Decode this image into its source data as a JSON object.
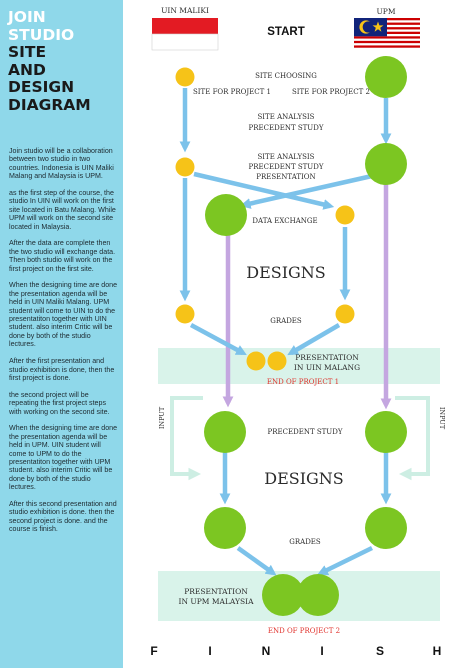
{
  "sidebar": {
    "title_lines": [
      "JOIN",
      "STUDIO",
      "SITE",
      "AND",
      "DESIGN",
      "DIAGRAM"
    ],
    "paragraphs": [
      "Join studio will be a collaboration between two studio in two countries. Indonesia is UIN Maliki Malang and Malaysia is UPM.",
      "as the first step of the course, the studio In UIN will work on the first site located in Batu Malang. While UPM will work on the second site located in Malaysia.",
      "After the data are complete then the two studio will exchange data. Then both studio will work on the first project on the first site.",
      "When the designing time are done the presentation agenda will be held in UIN Maliki Malang. UPM student will come to UIN to do the presentatiton together with UIN student. also interim Critic will be done by both of the studio lectures.",
      "After the first presentation and studio exhibition is done, then the first project is done.",
      "the second project will be repeating the first project steps with working on the second site.",
      "When the designing time are done the presentation agenda will be held in UPM. UIN student will come to UPM to do the presentatiton together with UPM student. also interim Critic will be done by both of the studio lectures.",
      "After this second presentation and studio exhibition is done. then the second project is done. and the course is finish."
    ]
  },
  "header": {
    "left_flag_label": "UIN MALIKI",
    "start": "START",
    "right_flag_label": "UPM"
  },
  "labels": {
    "site_choosing": "SITE CHOOSING",
    "site_for_project_1": "SITE FOR PROJECT 1",
    "site_for_project_2": "SITE FOR PROJECT 2",
    "site_analysis_1": [
      "SITE ANALYSIS",
      "PRECEDENT STUDY"
    ],
    "site_analysis_2": [
      "SITE ANALYSIS",
      "PRECEDENT STUDY",
      "PRESENTATION"
    ],
    "data_exchange": "DATA EXCHANGE",
    "designs_1": "DESIGNS",
    "grades_1": "GRADES",
    "presentation_uin": [
      "PRESENTATION",
      "IN UIN MALANG"
    ],
    "end_project_1": "END OF PROJECT 1",
    "input_left": "INPUT",
    "input_right": "INPUT",
    "precedent_study": "PRECEDENT STUDY",
    "designs_2": "DESIGNS",
    "grades_2": "GRADES",
    "presentation_upm": [
      "PRESENTATION",
      "IN UPM MALAYSIA"
    ],
    "end_project_2": "END OF PROJECT 2",
    "finish_letters": [
      "F",
      "I",
      "N",
      "I",
      "S",
      "H"
    ]
  },
  "colors": {
    "sidebar_bg": "#8fd8ea",
    "node_green": "#7cc622",
    "node_yellow": "#f6c318",
    "arrow_blue": "#7cc2ea",
    "arrow_purple": "#c4a6e0",
    "band_green": "#d9f3ea",
    "end_red": "#e0312b"
  }
}
